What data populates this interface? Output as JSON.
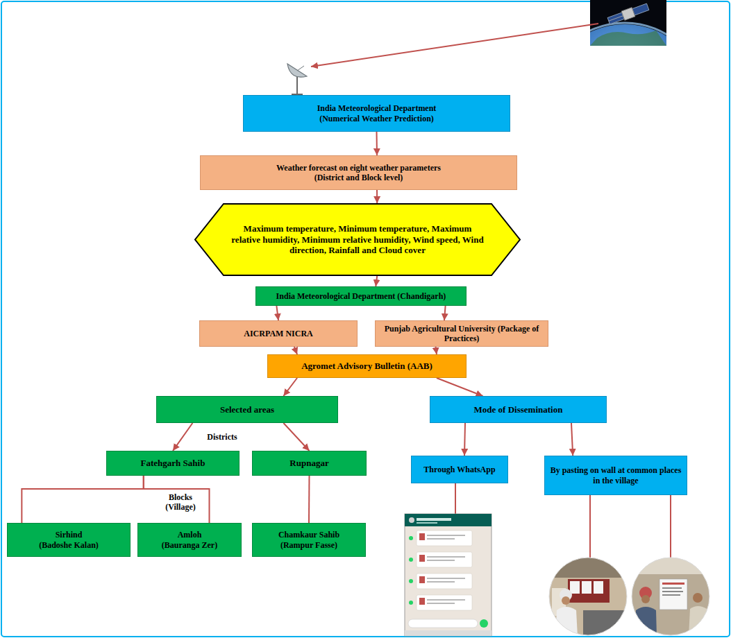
{
  "diagram": {
    "nodes": [
      {
        "text": [
          "India Meteorological Department",
          "(Numerical Weather Prediction)"
        ]
      },
      {
        "text": [
          "Weather forecast on eight weather parameters",
          "(District and Block level)"
        ]
      },
      {
        "text": [
          "Maximum temperature, Minimum temperature, Maximum relative humidity, Minimum relative humidity, Wind speed, Wind direction, Rainfall and Cloud cover"
        ]
      },
      {
        "text": [
          "India Meteorological Department (Chandigarh)"
        ]
      },
      {
        "text": [
          "AICRPAM NICRA"
        ]
      },
      {
        "text": [
          "Punjab Agricultural University (Package of Practices)"
        ]
      },
      {
        "text": [
          "Agromet Advisory Bulletin (AAB)"
        ]
      },
      {
        "text": [
          "Selected areas"
        ]
      },
      {
        "text": [
          "Mode of Dissemination"
        ]
      },
      {
        "text": [
          "Fatehgarh Sahib"
        ]
      },
      {
        "text": [
          "Rupnagar"
        ]
      },
      {
        "text": [
          "Through WhatsApp"
        ]
      },
      {
        "text": [
          "By pasting on wall at common places in the village"
        ]
      },
      {
        "text": [
          "Sirhind",
          "(Badoshe Kalan)"
        ]
      },
      {
        "text": [
          "Amloh",
          "(Bauranga Zer)"
        ]
      },
      {
        "text": [
          "Chamkaur Sahib",
          "(Rampur Fasse)"
        ]
      }
    ],
    "edges": [
      {
        "from": 0,
        "to": 1,
        "arrow": "to"
      },
      {
        "from": 1,
        "to": 2,
        "arrow": "to"
      },
      {
        "from": 2,
        "to": 3,
        "arrow": "to"
      },
      {
        "from": 3,
        "to": 4,
        "arrow": "to"
      },
      {
        "from": 3,
        "to": 5,
        "arrow": "to"
      },
      {
        "from": 4,
        "to": 6,
        "arrow": "to"
      },
      {
        "from": 5,
        "to": 6,
        "arrow": "to"
      },
      {
        "from": 6,
        "to": 7,
        "arrow": "to"
      },
      {
        "from": 6,
        "to": 8,
        "arrow": "to"
      },
      {
        "from": 7,
        "to": 9,
        "arrow": "to"
      },
      {
        "from": 7,
        "to": 10,
        "arrow": "to"
      },
      {
        "from": 8,
        "to": 11,
        "arrow": "to"
      },
      {
        "from": 8,
        "to": 12,
        "arrow": "to"
      },
      {
        "from": 9,
        "to": 13,
        "arrow": "none"
      },
      {
        "from": 9,
        "to": 14,
        "arrow": "none"
      },
      {
        "from": 10,
        "to": 15,
        "arrow": "none"
      }
    ],
    "labels": [
      "Districts",
      "Blocks (Village)"
    ]
  }
}
